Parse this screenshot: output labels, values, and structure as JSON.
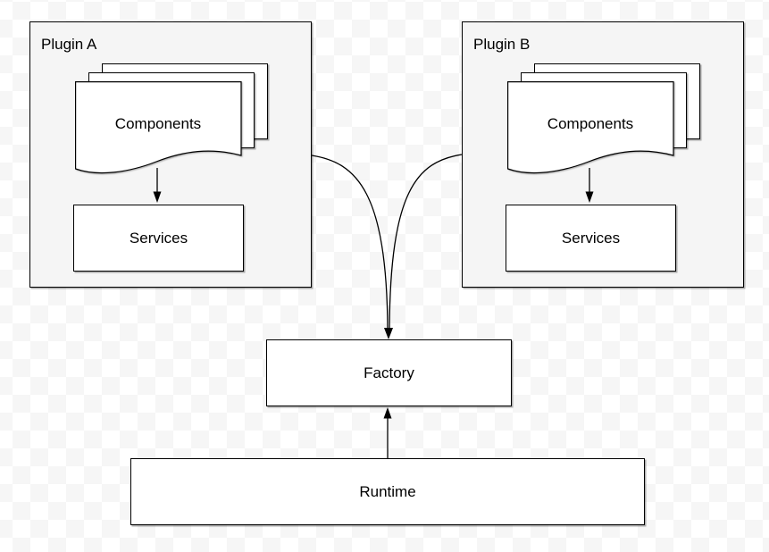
{
  "diagram": {
    "plugins": [
      {
        "label": "Plugin A",
        "components_label": "Components",
        "services_label": "Services"
      },
      {
        "label": "Plugin B",
        "components_label": "Components",
        "services_label": "Services"
      }
    ],
    "factory": {
      "label": "Factory"
    },
    "runtime": {
      "label": "Runtime"
    },
    "colors": {
      "plugin_fill": "#f5f5f5",
      "node_fill": "#ffffff",
      "stroke": "#000000",
      "text": "#000000",
      "checker_light": "#ffffff",
      "checker_dark": "#f6f6f6"
    }
  }
}
